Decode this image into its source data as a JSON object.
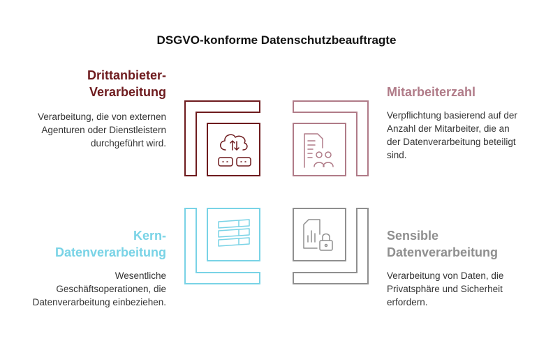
{
  "title": "DSGVO-konforme Datenschutzbeauftragte",
  "quadrants": [
    {
      "id": "drittanbieter",
      "heading_line1": "Drittanbieter-",
      "heading_line2": "Verarbeitung",
      "description": [
        "Verarbeitung, die von externen",
        "Agenturen oder Dienstleistern",
        "durchgeführt wird."
      ],
      "color": "#6e1b1e",
      "icon": "cloud-transfer-icon"
    },
    {
      "id": "mitarbeiterzahl",
      "heading_line1": "Mitarbeiterzahl",
      "description": [
        "Verpflichtung basierend auf der",
        "Anzahl der Mitarbeiter, die an",
        "der Datenverarbeitung beteiligt",
        "sind."
      ],
      "color": "#b07b88",
      "icon": "employees-document-icon"
    },
    {
      "id": "kern",
      "heading_line1": "Kern-",
      "heading_line2": "Datenverarbeitung",
      "description": [
        "Wesentliche",
        "Geschäftsoperationen, die",
        "Datenverarbeitung einbeziehen."
      ],
      "color": "#79d3e6",
      "icon": "layers-icon"
    },
    {
      "id": "sensibel",
      "heading_line1": "Sensible",
      "heading_line2": "Datenverarbeitung",
      "description": [
        "Verarbeitung von Daten, die",
        "Privatsphäre und Sicherheit",
        "erfordern."
      ],
      "color": "#8f8f8f",
      "icon": "locked-chart-icon"
    }
  ]
}
